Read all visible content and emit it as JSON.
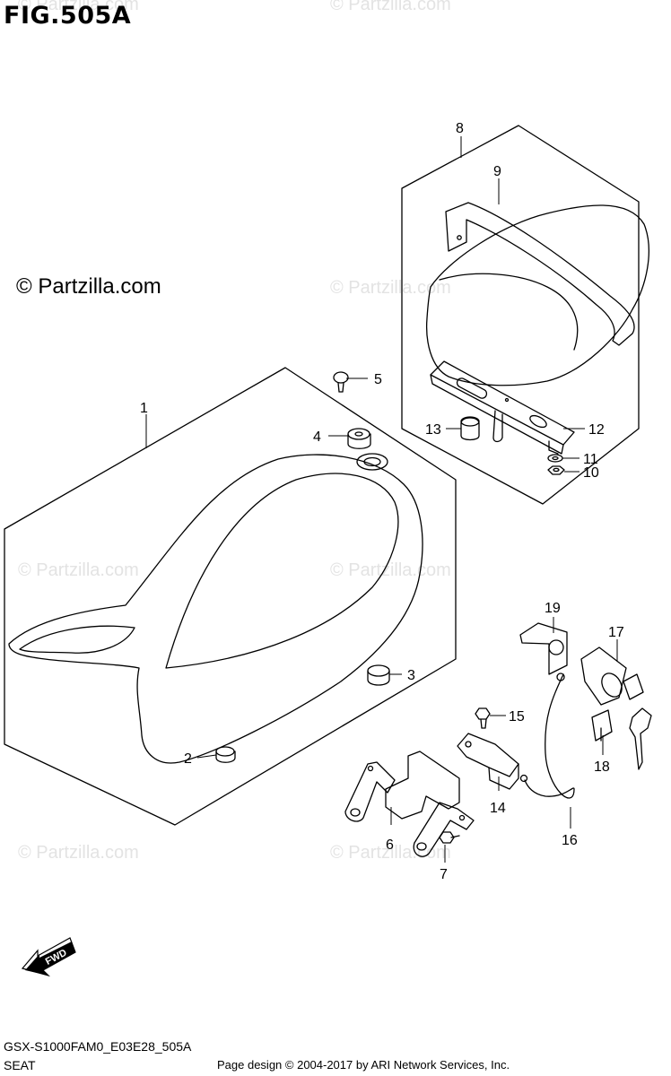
{
  "figure": {
    "title": "FIG.505A",
    "copyright": "© Partzilla.com",
    "watermark": "© Partzilla.com",
    "model_code": "GSX-S1000FAM0_E03E28_505A",
    "section_name": "SEAT",
    "credit": "Page design © 2004-2017 by ARI Network Services, Inc.",
    "fwd_label": "FWD"
  },
  "callouts": [
    {
      "num": "1"
    },
    {
      "num": "2"
    },
    {
      "num": "3"
    },
    {
      "num": "4"
    },
    {
      "num": "5"
    },
    {
      "num": "6"
    },
    {
      "num": "7"
    },
    {
      "num": "8"
    },
    {
      "num": "9"
    },
    {
      "num": "10"
    },
    {
      "num": "11"
    },
    {
      "num": "12"
    },
    {
      "num": "13"
    },
    {
      "num": "14"
    },
    {
      "num": "15"
    },
    {
      "num": "16"
    },
    {
      "num": "17"
    },
    {
      "num": "18"
    },
    {
      "num": "19"
    }
  ]
}
